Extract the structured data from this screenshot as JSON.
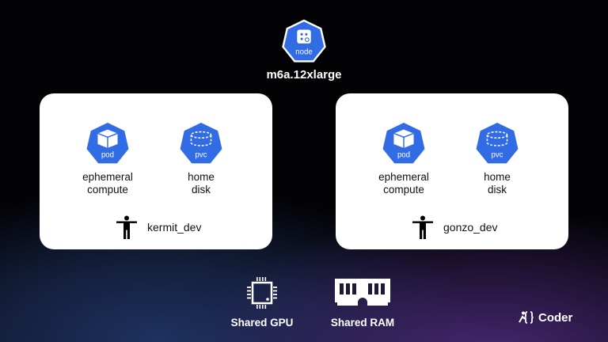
{
  "node": {
    "icon": "kubernetes-node-icon",
    "badge": "node",
    "name": "m6a.12xlarge"
  },
  "workspaces": [
    {
      "user": "kermit_dev",
      "user_icon": "person-icon",
      "resources": [
        {
          "icon": "kubernetes-pod-icon",
          "badge": "pod",
          "line1": "ephemeral",
          "line2": "compute"
        },
        {
          "icon": "kubernetes-pvc-icon",
          "badge": "pvc",
          "line1": "home",
          "line2": "disk"
        }
      ]
    },
    {
      "user": "gonzo_dev",
      "user_icon": "person-icon",
      "resources": [
        {
          "icon": "kubernetes-pod-icon",
          "badge": "pod",
          "line1": "ephemeral",
          "line2": "compute"
        },
        {
          "icon": "kubernetes-pvc-icon",
          "badge": "pvc",
          "line1": "home",
          "line2": "disk"
        }
      ]
    }
  ],
  "shared": [
    {
      "icon": "gpu-chip-icon",
      "label": "Shared GPU"
    },
    {
      "icon": "ram-module-icon",
      "label": "Shared RAM"
    }
  ],
  "brand": {
    "icon": "coder-logo-icon",
    "name": "Coder"
  },
  "colors": {
    "k8s_blue": "#326ce5",
    "card_bg": "#ffffff",
    "text_dark": "#111111",
    "text_light": "#ffffff"
  }
}
